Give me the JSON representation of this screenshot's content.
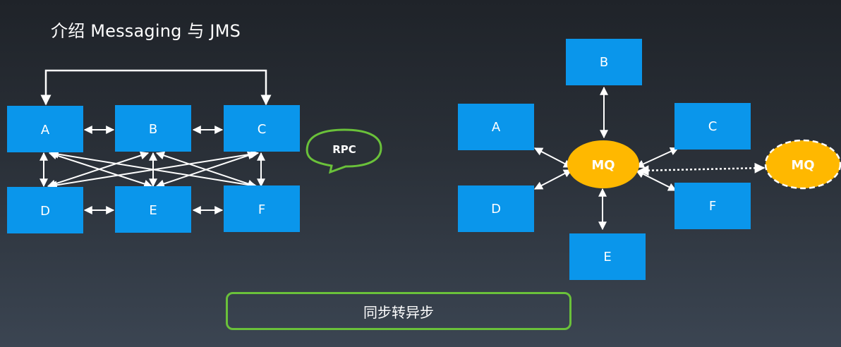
{
  "title": "介绍 Messaging 与 JMS",
  "left": {
    "nodes": {
      "A": "A",
      "B": "B",
      "C": "C",
      "D": "D",
      "E": "E",
      "F": "F"
    },
    "bubble": "RPC"
  },
  "right": {
    "nodes": {
      "A": "A",
      "B": "B",
      "C": "C",
      "D": "D",
      "E": "E",
      "F": "F"
    },
    "mq": "MQ",
    "mq_extra": "MQ"
  },
  "bottom_label": "同步转异步",
  "colors": {
    "node": "#0a96eb",
    "mq": "#ffb800",
    "bubble_border": "#6ac13a",
    "arrow": "#ffffff"
  }
}
